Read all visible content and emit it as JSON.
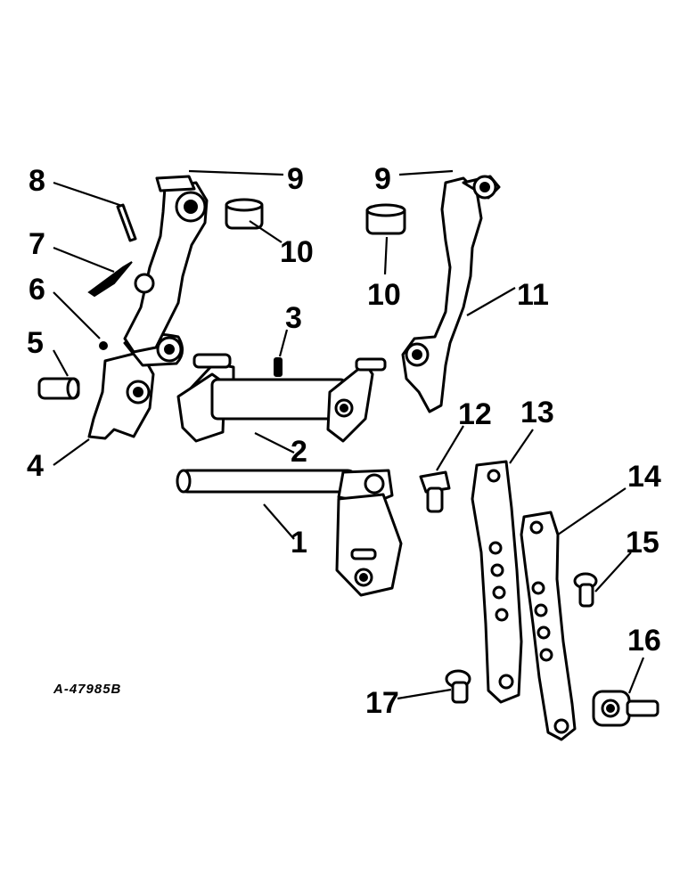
{
  "drawing_id": "A-47985B",
  "callouts": {
    "c1": "1",
    "c2": "2",
    "c3": "3",
    "c4": "4",
    "c5": "5",
    "c6": "6",
    "c7": "7",
    "c8": "8",
    "c9_left": "9",
    "c9_right": "9",
    "c10_left": "10",
    "c10_right": "10",
    "c11": "11",
    "c12": "12",
    "c13": "13",
    "c14": "14",
    "c15": "15",
    "c16": "16",
    "c17": "17"
  }
}
